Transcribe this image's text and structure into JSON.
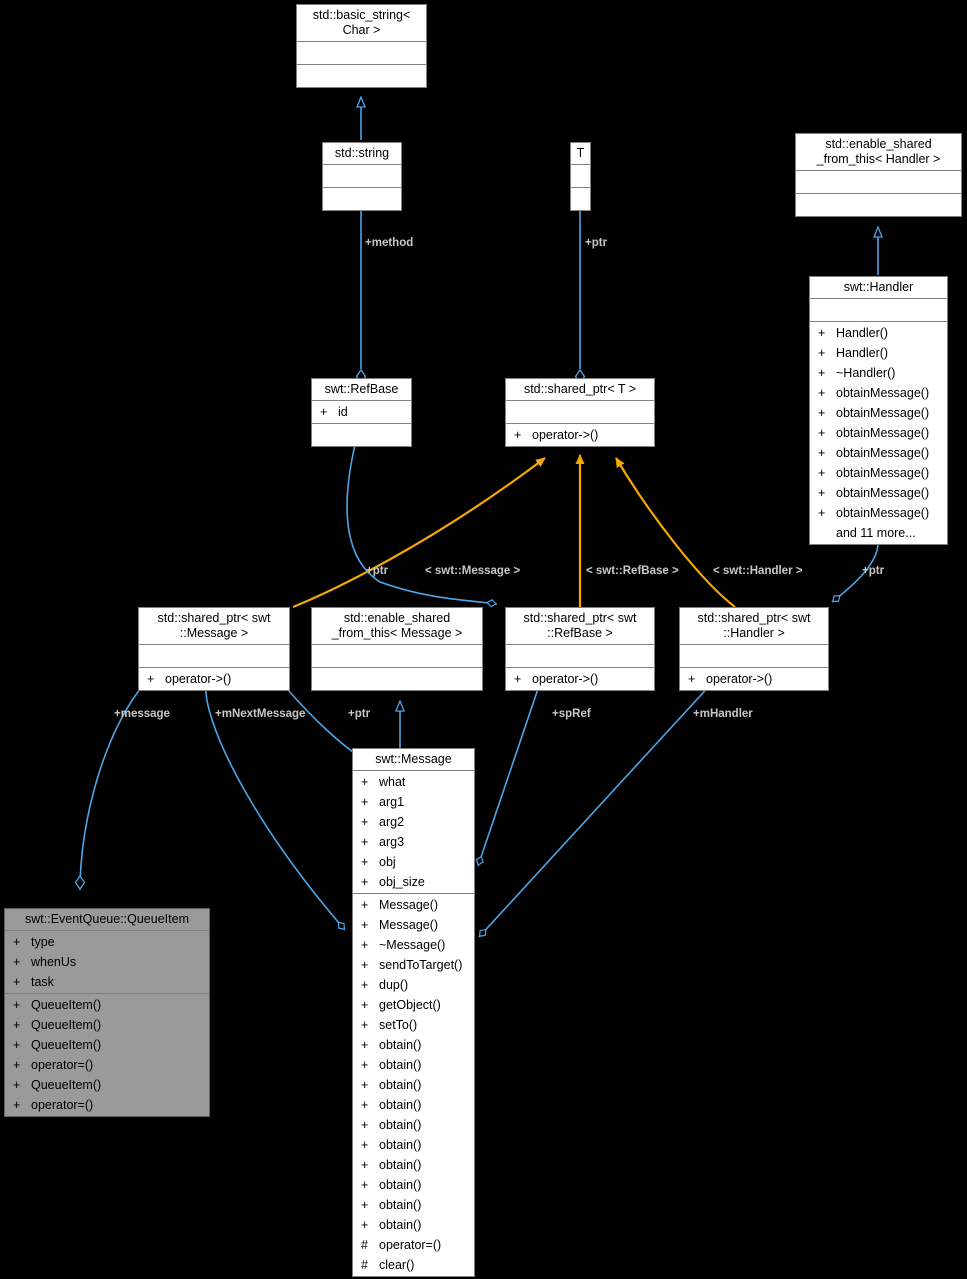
{
  "diagram": {
    "title": "swt::EventQueue::QueueItem collaboration diagram",
    "background": "#000000",
    "edge_colors": {
      "inheritance_usage": "#4ea6e8",
      "template_instance": "#f5a800"
    }
  },
  "nodes": {
    "basic_string": {
      "name": "std::basic_string<\nChar >",
      "attributes": [],
      "methods": [],
      "highlight": false
    },
    "std_string": {
      "name": "std::string",
      "attributes": [],
      "methods": [],
      "highlight": false
    },
    "t_param": {
      "name": "T",
      "attributes": [],
      "methods": [],
      "highlight": false
    },
    "enable_shared_handler": {
      "name": "std::enable_shared\n_from_this< Handler >",
      "attributes": [],
      "methods": [],
      "highlight": false
    },
    "swt_handler": {
      "name": "swt::Handler",
      "attributes": [],
      "methods": [
        {
          "vis": "+",
          "label": "Handler()"
        },
        {
          "vis": "+",
          "label": "Handler()"
        },
        {
          "vis": "+",
          "label": "~Handler()"
        },
        {
          "vis": "+",
          "label": "obtainMessage()"
        },
        {
          "vis": "+",
          "label": "obtainMessage()"
        },
        {
          "vis": "+",
          "label": "obtainMessage()"
        },
        {
          "vis": "+",
          "label": "obtainMessage()"
        },
        {
          "vis": "+",
          "label": "obtainMessage()"
        },
        {
          "vis": "+",
          "label": "obtainMessage()"
        },
        {
          "vis": "+",
          "label": "obtainMessage()"
        },
        {
          "vis": "",
          "label": "and 11 more..."
        }
      ],
      "highlight": false
    },
    "swt_refbase": {
      "name": "swt::RefBase",
      "attributes": [
        {
          "vis": "+",
          "label": "id"
        }
      ],
      "methods": [],
      "highlight": false
    },
    "shared_ptr_t": {
      "name": "std::shared_ptr< T >",
      "attributes": [],
      "methods": [
        {
          "vis": "+",
          "label": "operator->()"
        }
      ],
      "highlight": false
    },
    "shared_ptr_message": {
      "name": "std::shared_ptr< swt\n::Message >",
      "attributes": [],
      "methods": [
        {
          "vis": "+",
          "label": "operator->()"
        }
      ],
      "highlight": false
    },
    "enable_shared_message": {
      "name": "std::enable_shared\n_from_this< Message >",
      "attributes": [],
      "methods": [],
      "highlight": false
    },
    "shared_ptr_refbase": {
      "name": "std::shared_ptr< swt\n::RefBase >",
      "attributes": [],
      "methods": [
        {
          "vis": "+",
          "label": "operator->()"
        }
      ],
      "highlight": false
    },
    "shared_ptr_handler": {
      "name": "std::shared_ptr< swt\n::Handler >",
      "attributes": [],
      "methods": [
        {
          "vis": "+",
          "label": "operator->()"
        }
      ],
      "highlight": false
    },
    "swt_message": {
      "name": "swt::Message",
      "attributes": [
        {
          "vis": "+",
          "label": "what"
        },
        {
          "vis": "+",
          "label": "arg1"
        },
        {
          "vis": "+",
          "label": "arg2"
        },
        {
          "vis": "+",
          "label": "arg3"
        },
        {
          "vis": "+",
          "label": "obj"
        },
        {
          "vis": "+",
          "label": "obj_size"
        }
      ],
      "methods": [
        {
          "vis": "+",
          "label": "Message()"
        },
        {
          "vis": "+",
          "label": "Message()"
        },
        {
          "vis": "+",
          "label": "~Message()"
        },
        {
          "vis": "+",
          "label": "sendToTarget()"
        },
        {
          "vis": "+",
          "label": "dup()"
        },
        {
          "vis": "+",
          "label": "getObject()"
        },
        {
          "vis": "+",
          "label": "setTo()"
        },
        {
          "vis": "+",
          "label": "obtain()"
        },
        {
          "vis": "+",
          "label": "obtain()"
        },
        {
          "vis": "+",
          "label": "obtain()"
        },
        {
          "vis": "+",
          "label": "obtain()"
        },
        {
          "vis": "+",
          "label": "obtain()"
        },
        {
          "vis": "+",
          "label": "obtain()"
        },
        {
          "vis": "+",
          "label": "obtain()"
        },
        {
          "vis": "+",
          "label": "obtain()"
        },
        {
          "vis": "+",
          "label": "obtain()"
        },
        {
          "vis": "+",
          "label": "obtain()"
        },
        {
          "vis": "#",
          "label": "operator=()"
        },
        {
          "vis": "#",
          "label": "clear()"
        }
      ],
      "highlight": false
    },
    "queue_item": {
      "name": "swt::EventQueue::QueueItem",
      "attributes": [
        {
          "vis": "+",
          "label": "type"
        },
        {
          "vis": "+",
          "label": "whenUs"
        },
        {
          "vis": "+",
          "label": "task"
        }
      ],
      "methods": [
        {
          "vis": "+",
          "label": "QueueItem()"
        },
        {
          "vis": "+",
          "label": "QueueItem()"
        },
        {
          "vis": "+",
          "label": "QueueItem()"
        },
        {
          "vis": "+",
          "label": "operator=()"
        },
        {
          "vis": "+",
          "label": "QueueItem()"
        },
        {
          "vis": "+",
          "label": "operator=()"
        }
      ],
      "highlight": true
    }
  },
  "edge_labels": [
    {
      "id": "method",
      "text": "+method"
    },
    {
      "id": "ptr-t",
      "text": "+ptr"
    },
    {
      "id": "ptr-handler-right",
      "text": "+ptr"
    },
    {
      "id": "ptr-refbase",
      "text": "+ptr"
    },
    {
      "id": "tmpl-message",
      "text": "< swt::Message >"
    },
    {
      "id": "tmpl-refbase",
      "text": "< swt::RefBase >"
    },
    {
      "id": "tmpl-handler",
      "text": "< swt::Handler >"
    },
    {
      "id": "message",
      "text": "+message"
    },
    {
      "id": "mNextMessage",
      "text": "+mNextMessage"
    },
    {
      "id": "ptr-message",
      "text": "+ptr"
    },
    {
      "id": "spRef",
      "text": "+spRef"
    },
    {
      "id": "mHandler",
      "text": "+mHandler"
    }
  ]
}
